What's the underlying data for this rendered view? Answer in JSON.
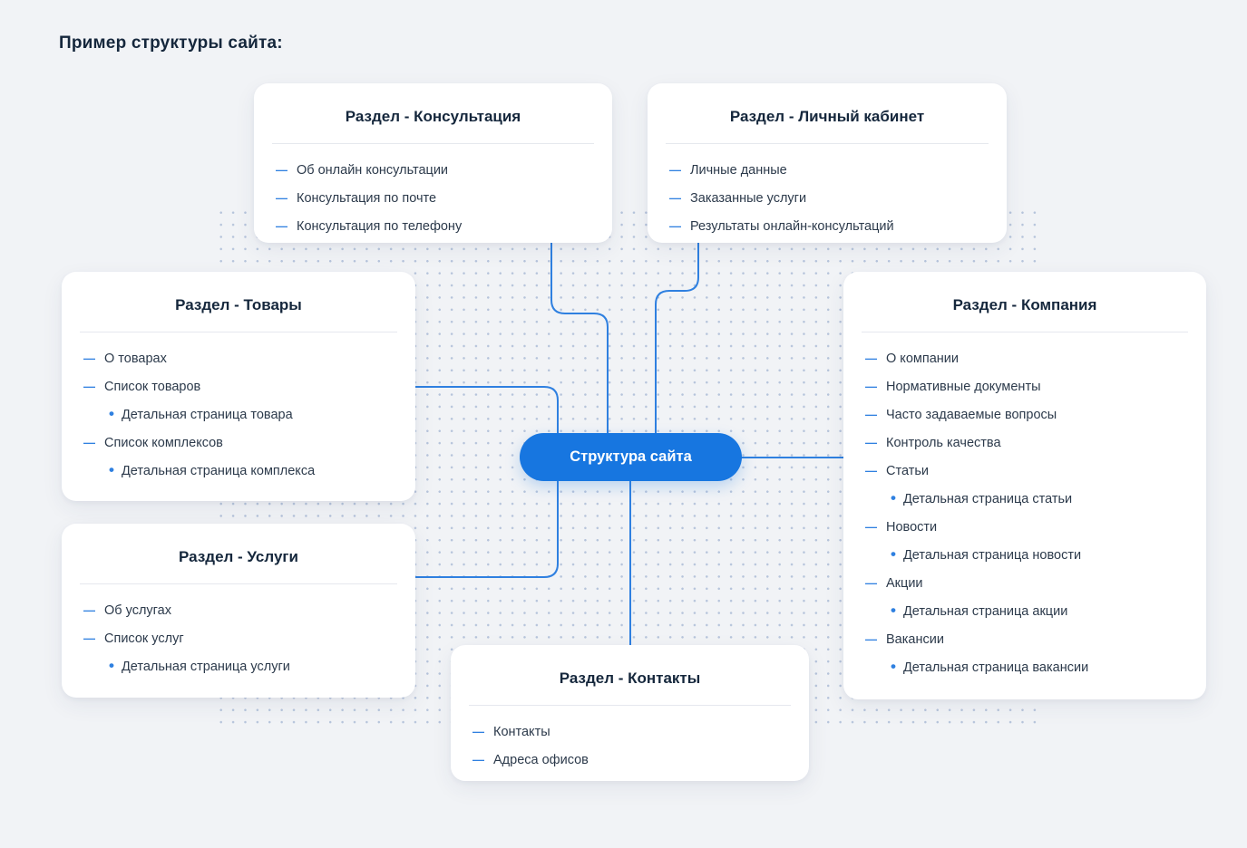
{
  "page": {
    "title": "Пример структуры сайта:"
  },
  "center_node": {
    "label": "Структура сайта"
  },
  "markers": {
    "dash": "—",
    "bullet": "•"
  },
  "colors": {
    "background": "#f1f3f6",
    "accent_line": "#2f80e0",
    "center_node_fill": "#1776e0",
    "dot_grid": "#b6c4db",
    "card_background": "#ffffff",
    "title_text": "#15273c",
    "item_text": "#2c3a4b"
  },
  "cards": {
    "consultation": {
      "title": "Раздел - Консультация",
      "items": [
        {
          "label": "Об онлайн консультации",
          "level": 0
        },
        {
          "label": "Консультация по почте",
          "level": 0
        },
        {
          "label": "Консультация по телефону",
          "level": 0
        }
      ]
    },
    "account": {
      "title": "Раздел - Личный кабинет",
      "items": [
        {
          "label": "Личные данные",
          "level": 0
        },
        {
          "label": "Заказанные услуги",
          "level": 0
        },
        {
          "label": "Результаты онлайн-консультаций",
          "level": 0
        }
      ]
    },
    "products": {
      "title": "Раздел - Товары",
      "items": [
        {
          "label": "О товарах",
          "level": 0
        },
        {
          "label": "Список товаров",
          "level": 0
        },
        {
          "label": "Детальная страница товара",
          "level": 1
        },
        {
          "label": "Список комплексов",
          "level": 0
        },
        {
          "label": "Детальная страница комплекса",
          "level": 1
        }
      ]
    },
    "company": {
      "title": "Раздел - Компания",
      "items": [
        {
          "label": "О компании",
          "level": 0
        },
        {
          "label": "Нормативные документы",
          "level": 0
        },
        {
          "label": "Часто задаваемые вопросы",
          "level": 0
        },
        {
          "label": "Контроль качества",
          "level": 0
        },
        {
          "label": "Статьи",
          "level": 0
        },
        {
          "label": "Детальная страница статьи",
          "level": 1
        },
        {
          "label": "Новости",
          "level": 0
        },
        {
          "label": "Детальная страница новости",
          "level": 1
        },
        {
          "label": "Акции",
          "level": 0
        },
        {
          "label": "Детальная страница акции",
          "level": 1
        },
        {
          "label": "Вакансии",
          "level": 0
        },
        {
          "label": "Детальная страница вакансии",
          "level": 1
        }
      ]
    },
    "services": {
      "title": "Раздел - Услуги",
      "items": [
        {
          "label": "Об услугах",
          "level": 0
        },
        {
          "label": "Список услуг",
          "level": 0
        },
        {
          "label": "Детальная страница услуги",
          "level": 1
        }
      ]
    },
    "contacts": {
      "title": "Раздел - Контакты",
      "items": [
        {
          "label": "Контакты",
          "level": 0
        },
        {
          "label": "Адреса офисов",
          "level": 0
        }
      ]
    }
  }
}
